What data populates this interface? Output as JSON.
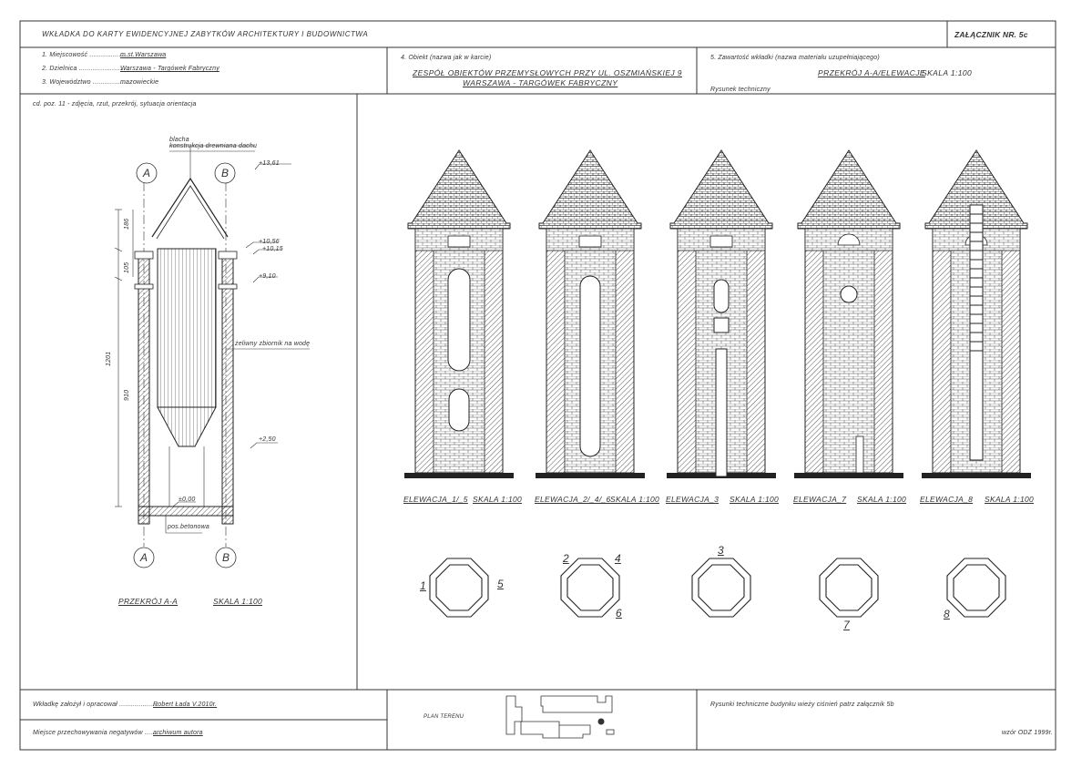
{
  "header": {
    "title": "WKŁADKA DO KARTY EWIDENCYJNEJ ZABYTKÓW ARCHITEKTURY I BUDOWNICTWA",
    "attachment": "ZAŁĄCZNIK NR. 5c"
  },
  "location": {
    "place_label": "1. Miejscowość ....................",
    "place_value": "m.st.Warszawa",
    "district_label": "2. Dzielnica ..........................",
    "district_value": "Warszawa - Targówek Fabryczny",
    "voivodeship_label": "3. Województwo ...................",
    "voivodeship_value": "mazowieckie"
  },
  "object": {
    "label": "4. Obiekt (nazwa jak w karcie)",
    "line1": "ZESPÓŁ OBIEKTÓW PRZEMYSŁOWYCH PRZY UL. OSZMIAŃSKIEJ 9",
    "line2": "WARSZAWA - TARGÓWEK FABRYCZNY"
  },
  "content": {
    "label": "5. Zawartość wkładki (nazwa materiału uzupełniającego)",
    "value": "PRZEKRÓJ A-A/ELEWACJE",
    "scale": "SKALA 1:100",
    "type": "Rysunek techniczny"
  },
  "left_note": "cd. poz. 11 - zdjęcia, rzut, przekrój, sytuacja orientacja",
  "section": {
    "roof_label1": "blacha",
    "roof_label2": "konstrukcja drewniana dachu",
    "tank_label": "żeliwny zbiornik na wodę",
    "base_label": "pos.betonowa",
    "levels": [
      "+13,61",
      "+10,56",
      "+10,15",
      "+9,10",
      "+2,50",
      "±0,00"
    ],
    "dims": [
      "186",
      "105",
      "1201",
      "910"
    ],
    "axis_a": "A",
    "axis_b": "B",
    "title": "PRZEKRÓJ A-A",
    "scale": "SKALA 1:100"
  },
  "elevations": [
    {
      "name": "ELEWACJA_1/_5",
      "scale": "SKALA 1:100"
    },
    {
      "name": "ELEWACJA_2/_4/_6",
      "scale": "SKALA 1:100"
    },
    {
      "name": "ELEWACJA_3",
      "scale": "SKALA 1:100"
    },
    {
      "name": "ELEWACJA_7",
      "scale": "SKALA 1:100"
    },
    {
      "name": "ELEWACJA_8",
      "scale": "SKALA 1:100"
    }
  ],
  "plan_numbers": [
    "1",
    "5",
    "2",
    "4",
    "6",
    "3",
    "7",
    "8"
  ],
  "footer": {
    "author_label": "Wkładkę założył i opracował ....................",
    "author_value": "Robert Łada V.2010r.",
    "negatives_label": "Miejsce przechowywania negatywów .........",
    "negatives_value": "archiwum autora",
    "plan_label": "PLAN TERENU",
    "note": "Rysunki techniczne budynku wieży ciśnień patrz załącznik 5b",
    "template": "wzór ODZ 1999r."
  }
}
